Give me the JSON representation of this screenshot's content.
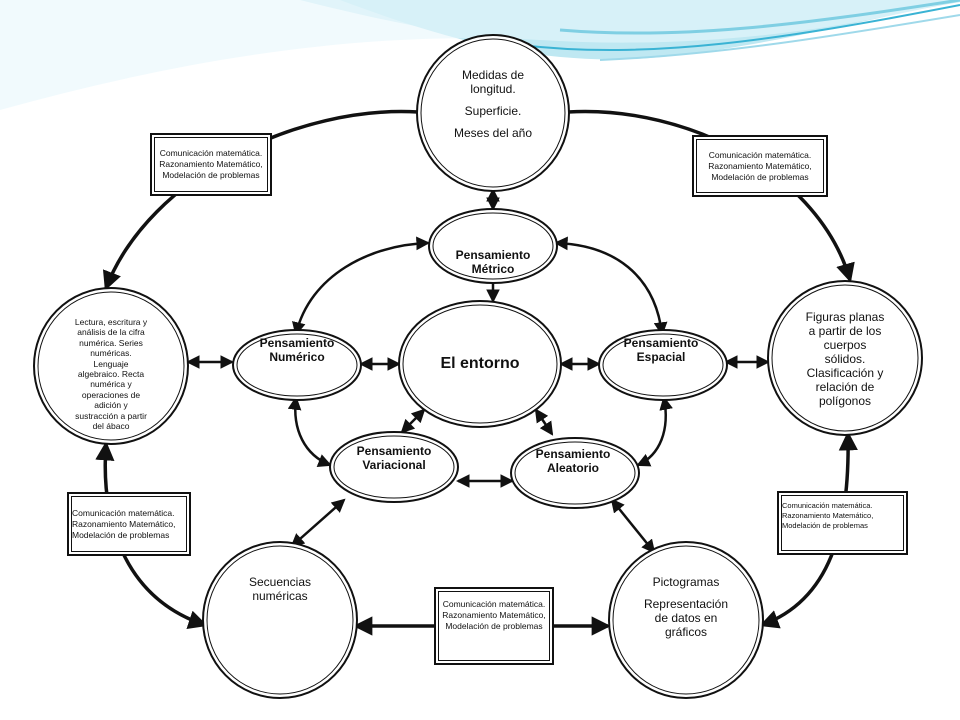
{
  "colors": {
    "stroke": "#111111",
    "wave_light": "#bfe8f2",
    "wave_mid": "#7fcfe3",
    "wave_dark": "#3ab3d4"
  },
  "nodes": {
    "entorno": "El entorno",
    "metrico": [
      "Pensamiento",
      "Métrico"
    ],
    "numerico": [
      "Pensamiento",
      "Numérico"
    ],
    "espacial": [
      "Pensamiento",
      "Espacial"
    ],
    "variacional": [
      "Pensamiento",
      "Variacional"
    ],
    "aleatorio": [
      "Pensamiento",
      "Aleatorio"
    ],
    "medidas": [
      "Medidas de",
      "longitud.",
      "",
      "Superficie.",
      "",
      "Meses del año"
    ],
    "lectura": [
      "Lectura, escritura y",
      "análisis de la cifra",
      "numérica. Series",
      "numéricas.",
      "Lenguaje",
      "algebraico. Recta",
      "numérica y",
      "operaciones de",
      "adición y",
      "sustracción a partir",
      "del ábaco"
    ],
    "figuras": [
      "Figuras planas",
      "a partir de los",
      "cuerpos",
      "sólidos.",
      "Clasificación y",
      "relación de",
      "polígonos"
    ],
    "secuencias": [
      "Secuencias",
      "numéricas"
    ],
    "pictogramas": [
      "Pictogramas",
      "",
      "Representación",
      "de datos en",
      "gráficos"
    ]
  },
  "boxes": {
    "top_left": [
      "Comunicación matemática.",
      "Razonamiento Matemático,",
      "Modelación de problemas"
    ],
    "top_right": [
      "Comunicación matemática.",
      "Razonamiento Matemático,",
      "Modelación de problemas"
    ],
    "left_mid": [
      "Comunicación matemática.",
      "Razonamiento Matemático,",
      "Modelación de problemas"
    ],
    "right_mid": [
      "Comunicación matemática.",
      "Razonamiento Matemático,",
      "Modelación de problemas"
    ],
    "bottom": [
      "Comunicación matemática.",
      "Razonamiento Matemático,",
      "Modelación de problemas"
    ]
  }
}
